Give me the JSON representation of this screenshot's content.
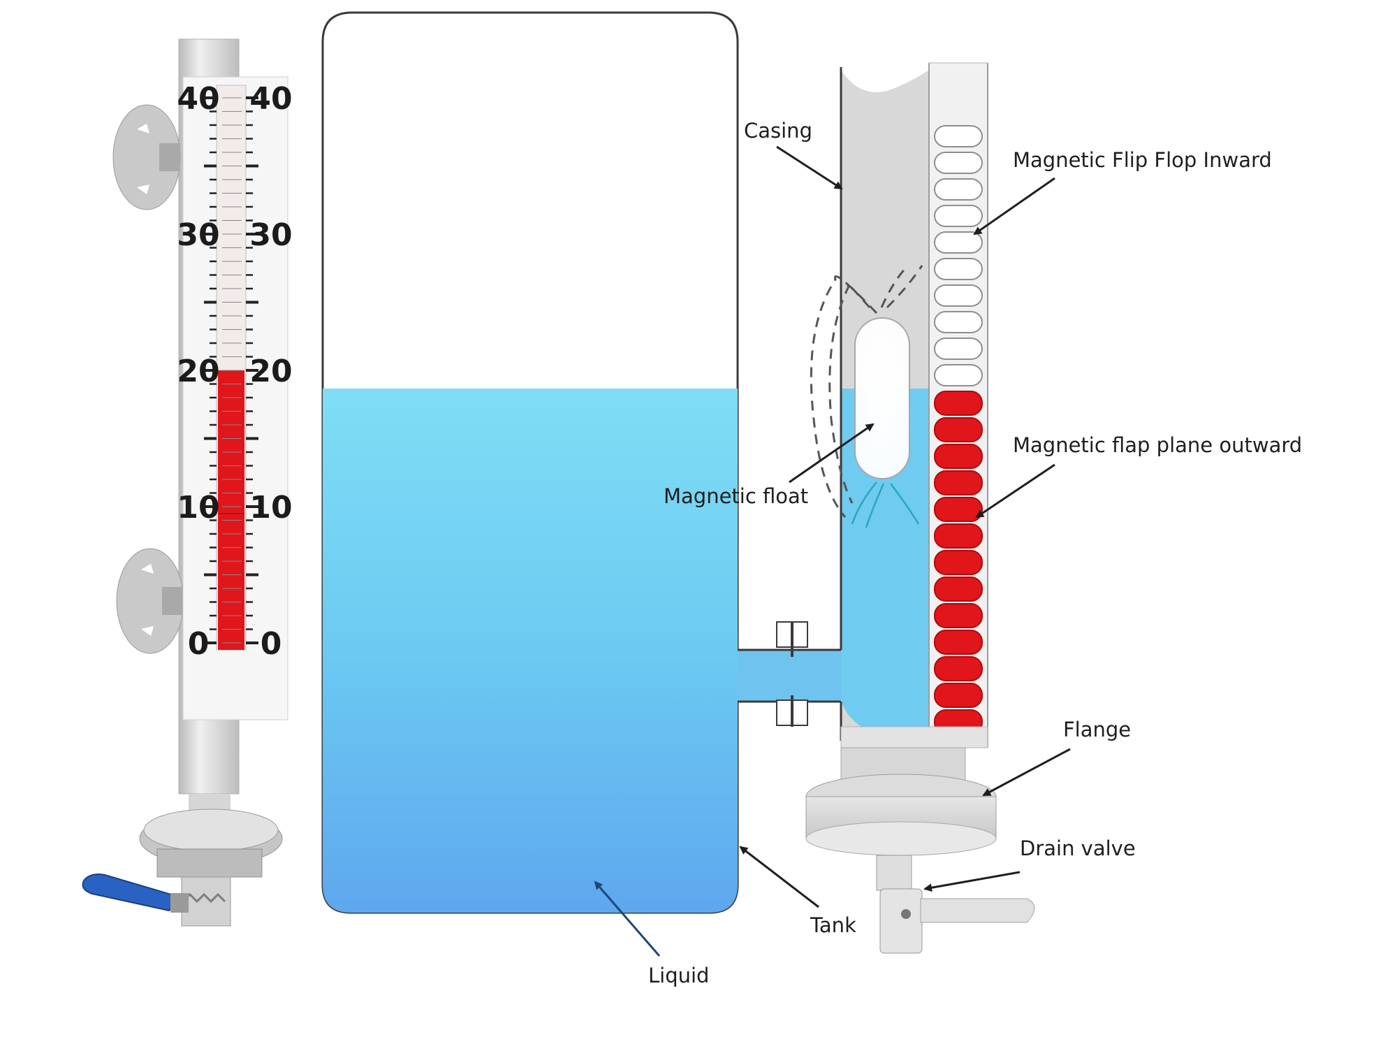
{
  "labels": {
    "casing": "Casing",
    "flip_inward": "Magnetic Flip Flop Inward",
    "flap_outward": "Magnetic flap plane outward",
    "float": "Magnetic float",
    "flange": "Flange",
    "drain_valve": "Drain valve",
    "tank": "Tank",
    "liquid": "Liquid"
  },
  "gauge": {
    "ticks": [
      "40",
      "30",
      "20",
      "10",
      "0"
    ],
    "level": 20,
    "max": 40
  },
  "colors": {
    "liquid_top": "#7fdcf5",
    "liquid_bottom": "#5ea7ee",
    "indicator": "#e0161b",
    "metal": "#d4d4d4",
    "handle": "#2a62c4"
  }
}
